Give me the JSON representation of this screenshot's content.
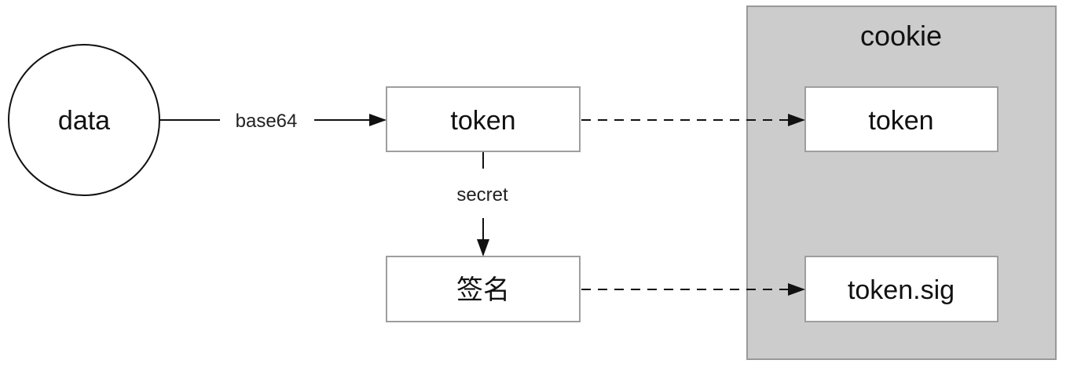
{
  "nodes": {
    "data": {
      "label": "data"
    },
    "token": {
      "label": "token"
    },
    "signature": {
      "label": "签名"
    }
  },
  "cookie": {
    "title": "cookie",
    "token": {
      "label": "token"
    },
    "token_sig": {
      "label": "token.sig"
    }
  },
  "edges": {
    "data_to_token": {
      "label": "base64"
    },
    "token_to_signature": {
      "label": "secret"
    }
  },
  "colors": {
    "cookie_fill": "#cccccc",
    "cookie_border": "#999999",
    "stroke": "#111111",
    "box_border": "#9e9e9e"
  }
}
